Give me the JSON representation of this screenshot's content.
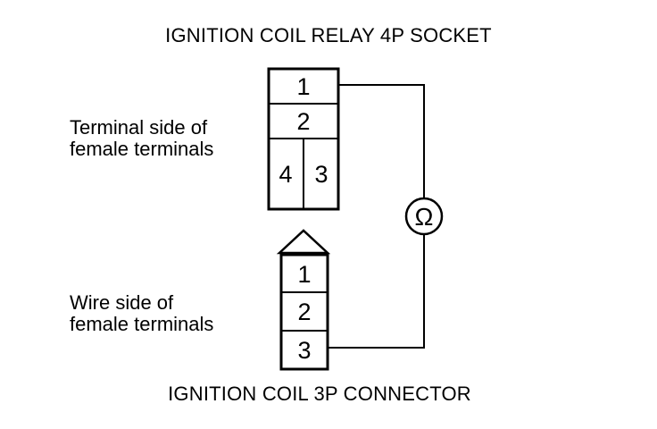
{
  "titles": {
    "relay_socket": "IGNITION COIL RELAY 4P SOCKET",
    "coil_connector": "IGNITION COIL 3P CONNECTOR"
  },
  "labels": {
    "terminal_side_line1": "Terminal side of",
    "terminal_side_line2": "female terminals",
    "wire_side_line1": "Wire side of",
    "wire_side_line2": "female terminals"
  },
  "relay_socket": {
    "pins": [
      "1",
      "2",
      "4",
      "3"
    ]
  },
  "coil_connector": {
    "pins": [
      "1",
      "2",
      "3"
    ]
  },
  "meter": {
    "symbol": "Ω",
    "icon": "ohmmeter-icon"
  }
}
